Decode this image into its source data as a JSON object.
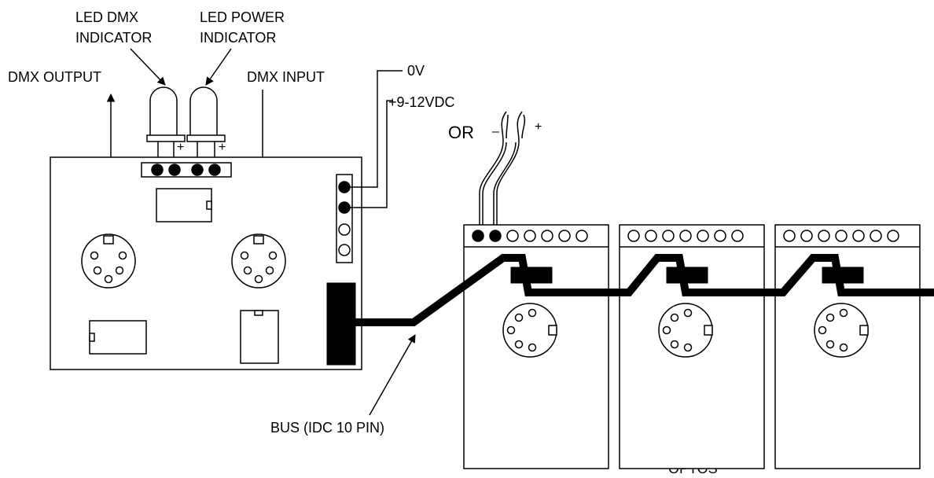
{
  "labels": {
    "led_dmx": [
      "LED DMX",
      "INDICATOR"
    ],
    "led_power": [
      "LED POWER",
      "INDICATOR"
    ],
    "dmx_output": "DMX OUTPUT",
    "dmx_input": "DMX INPUT",
    "zero_v": "0V",
    "supply": "+9-12VDC",
    "or": "OR",
    "minus": "–",
    "plus": "+",
    "led_plus": "+",
    "bus": "BUS (IDC 10 PIN)",
    "optos": "OPTOS"
  },
  "optos_count": 3
}
